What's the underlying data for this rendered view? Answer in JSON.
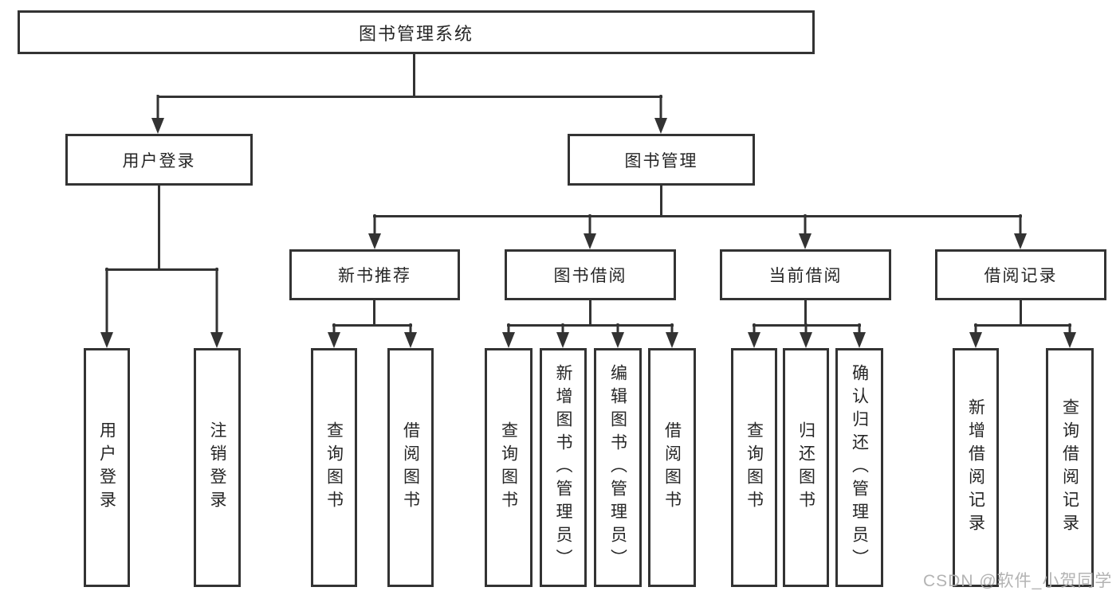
{
  "diagram": {
    "root": {
      "label": "图书管理系统"
    },
    "level2": [
      {
        "label": "用户登录"
      },
      {
        "label": "图书管理"
      }
    ],
    "level3": [
      {
        "label": "新书推荐"
      },
      {
        "label": "图书借阅"
      },
      {
        "label": "当前借阅"
      },
      {
        "label": "借阅记录"
      }
    ],
    "leaves": {
      "user_login": [
        "用户登录",
        "注销登录"
      ],
      "new_book_recommend": [
        "查询图书",
        "借阅图书"
      ],
      "book_borrow": [
        "查询图书",
        "新增图书（管理员）",
        "编辑图书（管理员）",
        "借阅图书"
      ],
      "current_borrow": [
        "查询图书",
        "归还图书",
        "确认归还（管理员）"
      ],
      "borrow_records": [
        "新增借阅记录",
        "查询借阅记录"
      ]
    },
    "watermark": "CSDN @软件_小贺同学",
    "colors": {
      "line": "#333333",
      "text": "#262626",
      "box_fill": "#ffffff",
      "watermark": "#afafaf",
      "background": "#ffffff"
    }
  }
}
